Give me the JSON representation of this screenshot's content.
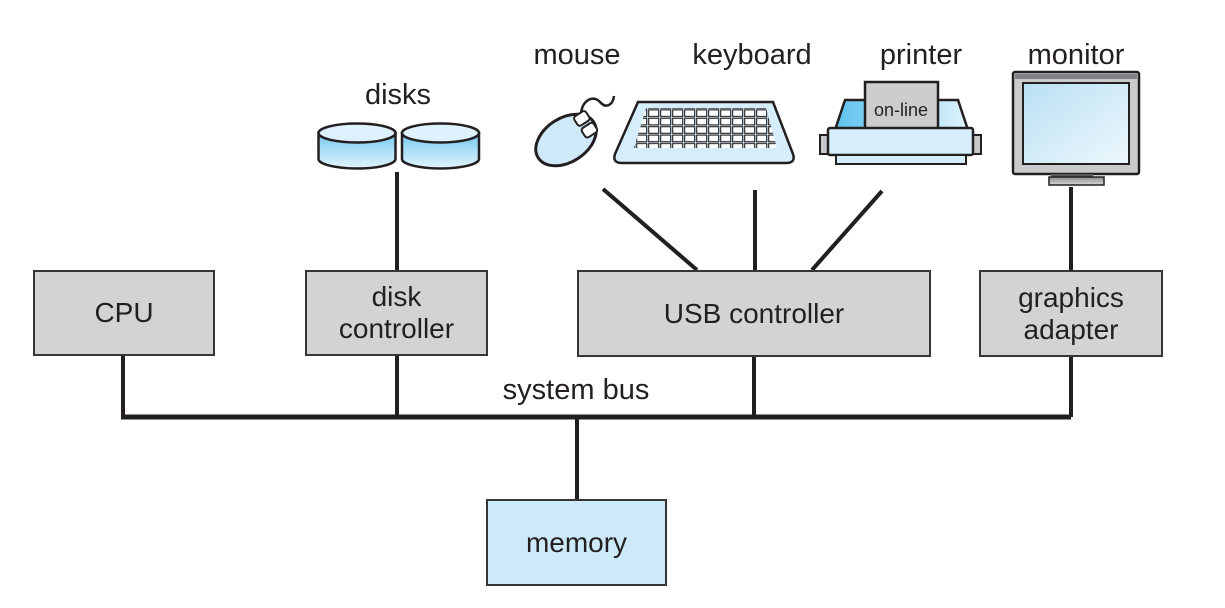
{
  "diagram": {
    "device_labels": {
      "disks": "disks",
      "mouse": "mouse",
      "keyboard": "keyboard",
      "printer": "printer",
      "monitor": "monitor"
    },
    "printer_status": "on-line",
    "bus_label": "system bus",
    "boxes": {
      "cpu": {
        "label": "CPU"
      },
      "disk_controller": {
        "line1": "disk",
        "line2": "controller"
      },
      "usb_controller": {
        "label": "USB controller"
      },
      "graphics_adapter": {
        "line1": "graphics",
        "line2": "adapter"
      },
      "memory": {
        "label": "memory"
      }
    },
    "colors": {
      "background": "#ffffff",
      "controller_box_fill": "#d1d3d4",
      "box_border": "#363638",
      "memory_fill": "#cdeaf8",
      "device_body_blue": "#d6eefb",
      "device_accent_blue": "#5fc3ec",
      "disk_top_blue": "#ddf2fc",
      "paper_gray": "#cbcdce",
      "monitor_frame_gray": "#c9cbcc",
      "line_color": "#231f20",
      "text_color": "#231f20"
    }
  }
}
